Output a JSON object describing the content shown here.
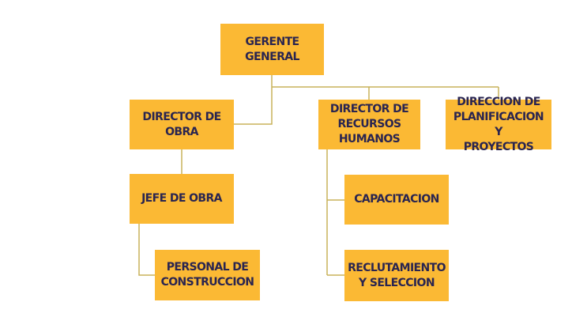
{
  "colors": {
    "box_fill": "#fbb934",
    "text": "#2a2550",
    "line": "#c8b25a"
  },
  "nodes": {
    "gerente_general": "GERENTE\nGENERAL",
    "director_obra": "DIRECTOR DE\nOBRA",
    "director_rrhh": "DIRECTOR DE\nRECURSOS\nHUMANOS",
    "direccion_planificacion": "DIRECCION DE\nPLANIFICACION Y\nPROYECTOS",
    "jefe_obra": "JEFE DE OBRA",
    "capacitacion": "CAPACITACION",
    "personal_construccion": "PERSONAL DE\nCONSTRUCCION",
    "reclutamiento": "RECLUTAMIENTO\nY SELECCION"
  }
}
